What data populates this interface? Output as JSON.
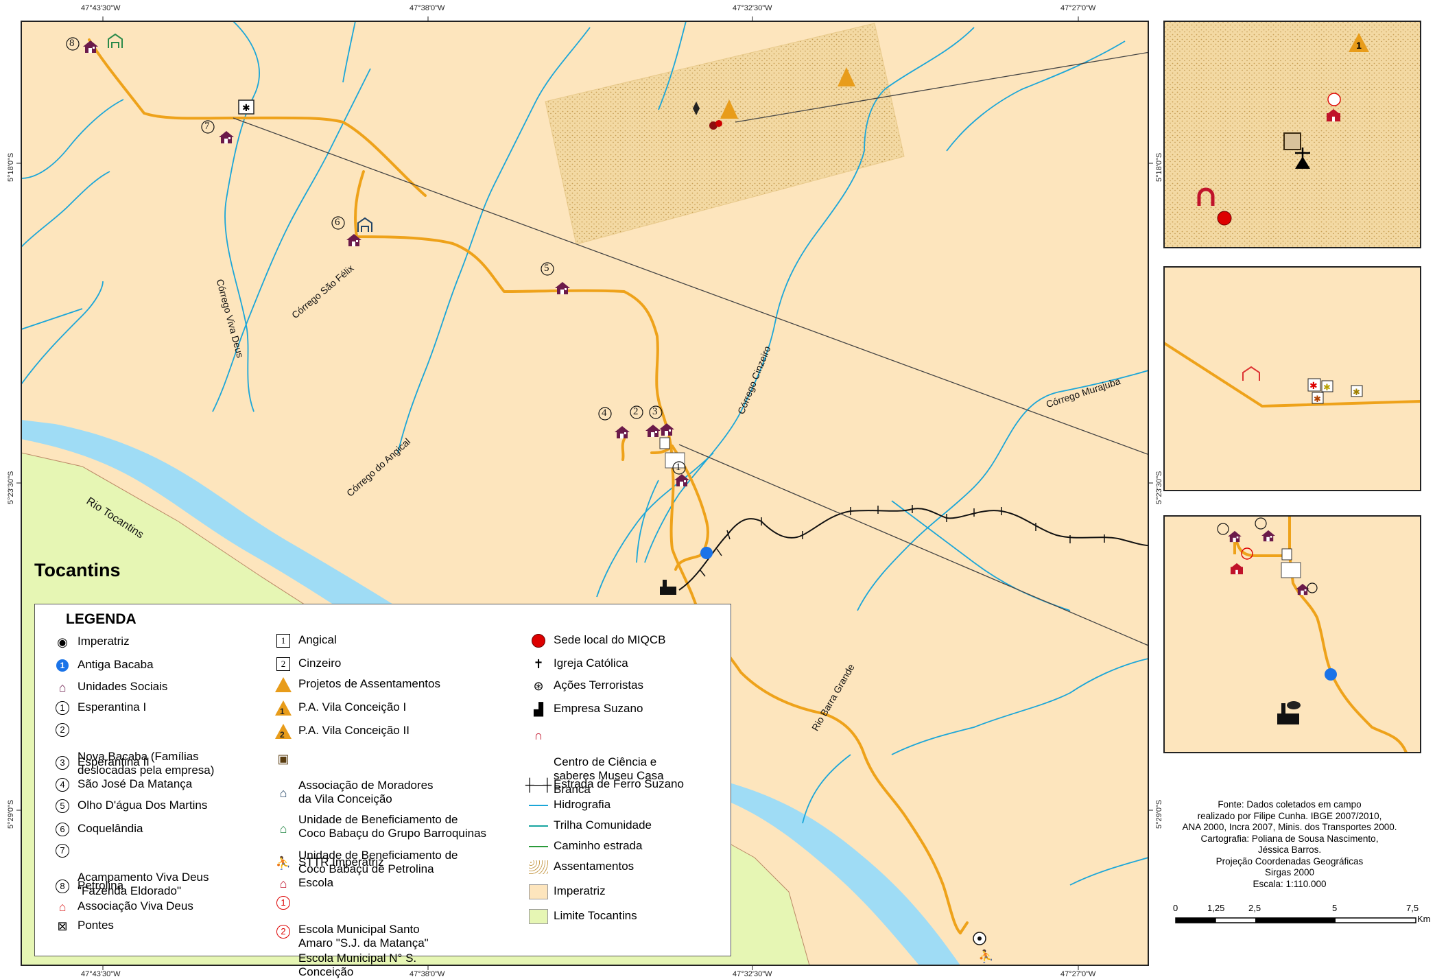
{
  "coords": {
    "top": [
      "47°43'30\"W",
      "47°38'0\"W",
      "47°32'30\"W",
      "47°27'0\"W"
    ],
    "bottom": [
      "47°43'30\"W",
      "47°38'0\"W",
      "47°32'30\"W",
      "47°27'0\"W"
    ],
    "left": [
      "5°18'0\"S",
      "5°23'30\"S",
      "5°29'0\"S"
    ],
    "right": [
      "5°18'0\"S",
      "5°23'30\"S",
      "5°29'0\"S"
    ]
  },
  "labels": {
    "state": "Tocantins",
    "rio_tocantins": "Rio Tocantins",
    "corrego_viva_deus": "Córrego Viva Deus",
    "corrego_sao_felix": "Córrego São Félix",
    "corrego_angical": "Córrego do Angical",
    "corrego_cinzeiro": "Córrego Cinzeiro",
    "corrego_murajuba": "Córrego Murajuba",
    "rio_barra_grande": "Rio Barra Grande"
  },
  "markers": {
    "n1": "1",
    "n2": "2",
    "n3": "3",
    "n4": "4",
    "n5": "5",
    "n6": "6",
    "n7": "7",
    "n8": "8"
  },
  "legend": {
    "title": "LEGENDA",
    "col1": [
      {
        "key": "imperatriz",
        "label": "Imperatriz"
      },
      {
        "key": "bacaba",
        "label": "Antiga Bacaba",
        "num": "1"
      },
      {
        "key": "unidades",
        "label": "Unidades Sociais"
      },
      {
        "key": "e1",
        "label": "Esperantina I",
        "num": "1"
      },
      {
        "key": "e2",
        "label": "Nova Bacaba (Famílias\ndeslocadas pela empresa)",
        "num": "2"
      },
      {
        "key": "e3",
        "label": "Esperantina II",
        "num": "3"
      },
      {
        "key": "e4",
        "label": "São José Da Matança",
        "num": "4"
      },
      {
        "key": "e5",
        "label": "Olho D'água Dos Martins",
        "num": "5"
      },
      {
        "key": "e6",
        "label": "Coquelândia",
        "num": "6"
      },
      {
        "key": "e7",
        "label": "Acampamento Viva Deus\n\"Fazenda Eldorado\"",
        "num": "7"
      },
      {
        "key": "e8",
        "label": "Petrolina",
        "num": "8"
      },
      {
        "key": "assoc_viva",
        "label": "Associação Viva Deus"
      },
      {
        "key": "pontes",
        "label": "Pontes"
      }
    ],
    "col2": [
      {
        "key": "angical",
        "label": "Angical",
        "num": "1"
      },
      {
        "key": "cinzeiro",
        "label": "Cinzeiro",
        "num": "2"
      },
      {
        "key": "projetos",
        "label": "Projetos de Assentamentos"
      },
      {
        "key": "pa1",
        "label": "P.A. Vila Conceição I",
        "num": "1"
      },
      {
        "key": "pa2",
        "label": "P.A. Vila Conceição II",
        "num": "2"
      },
      {
        "key": "assoc_vila",
        "label": "Associação de Moradores\nda Vila Conceição"
      },
      {
        "key": "ub_barro",
        "label": "Unidade de Beneficiamento de\nCoco Babaçu do Grupo Barroquinas"
      },
      {
        "key": "ub_petro",
        "label": "Unidade de Beneficiamento de\nCoco Babaçu de Petrolina"
      },
      {
        "key": "sttr",
        "label": "STTR Imperatriz"
      },
      {
        "key": "escola",
        "label": "Escola"
      },
      {
        "key": "esc1",
        "label": "Escola Municipal Santo\nAmaro \"S.J. da Matança\"",
        "num": "1"
      },
      {
        "key": "esc2",
        "label": "Escola Municipal N° S.\nConceição",
        "num": "2"
      }
    ],
    "col3": [
      {
        "key": "miqcb",
        "label": "Sede local do MIQCB"
      },
      {
        "key": "igreja",
        "label": "Igreja Católica"
      },
      {
        "key": "acoes",
        "label": "Ações Terroristas"
      },
      {
        "key": "suzano",
        "label": "Empresa Suzano"
      },
      {
        "key": "centro",
        "label": "Centro de Ciência e\nsaberes Museu Casa\nBranca"
      },
      {
        "key": "ferro",
        "label": "Estrada de Ferro Suzano"
      },
      {
        "key": "hidro",
        "label": "Hidrografia"
      },
      {
        "key": "trilha",
        "label": "Trilha Comunidade"
      },
      {
        "key": "caminho",
        "label": "Caminho estrada"
      },
      {
        "key": "assent",
        "label": "Assentamentos"
      },
      {
        "key": "imp_area",
        "label": "Imperatriz"
      },
      {
        "key": "limite",
        "label": "Limite Tocantins"
      }
    ]
  },
  "credits": "Fonte: Dados coletados em campo\nrealizado por Filipe Cunha. IBGE 2007/2010,\nANA 2000, Incra 2007, Minis. dos Transportes 2000.\nCartografia: Poliana de Sousa Nascimento,\nJéssica Barros.\nProjeção Coordenadas Geográficas\nSirgas 2000\nEscala: 1:110.000",
  "scale": {
    "ticks": [
      "0",
      "1,25",
      "2,5",
      "5",
      "7,5"
    ],
    "unit": "Km"
  },
  "colors": {
    "land": "#fde5bd",
    "tocantins": "#e6f6b4",
    "river": "#9fdcf5",
    "stream": "#1ba6d8",
    "road": "#eea21a",
    "house": "#6b1a4a",
    "triangle": "#e89c1a"
  }
}
